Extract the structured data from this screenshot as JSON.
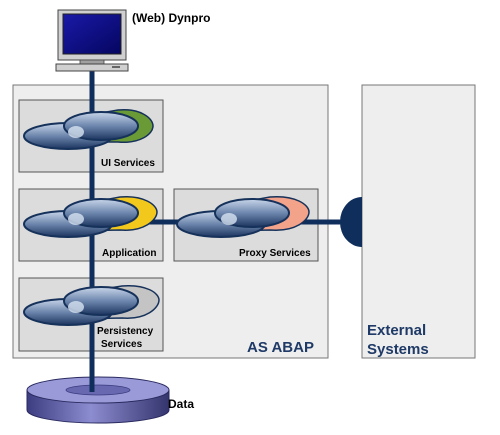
{
  "labels": {
    "dynpro": "(Web) Dynpro",
    "ui_services": "UI Services",
    "application": "Application",
    "proxy_services": "Proxy Services",
    "persistency_line1": "Persistency",
    "persistency_line2": "Services",
    "as_abap": "AS ABAP",
    "external_line1": "External",
    "external_line2": "Systems",
    "data": "Data"
  },
  "colors": {
    "frame_fill": "#eeeeee",
    "box_fill": "#dcdcdc",
    "bus_line": "#0f2e5c",
    "ui_services": "#6a9a36",
    "application": "#f2c81c",
    "proxy_services": "#f3a38a",
    "persistency": "#c4c4c4",
    "disk": "#6464a8"
  },
  "icons": {
    "monitor": "monitor-icon",
    "component": "service-component-icon",
    "database": "database-icon",
    "connector": "connector-icon"
  }
}
